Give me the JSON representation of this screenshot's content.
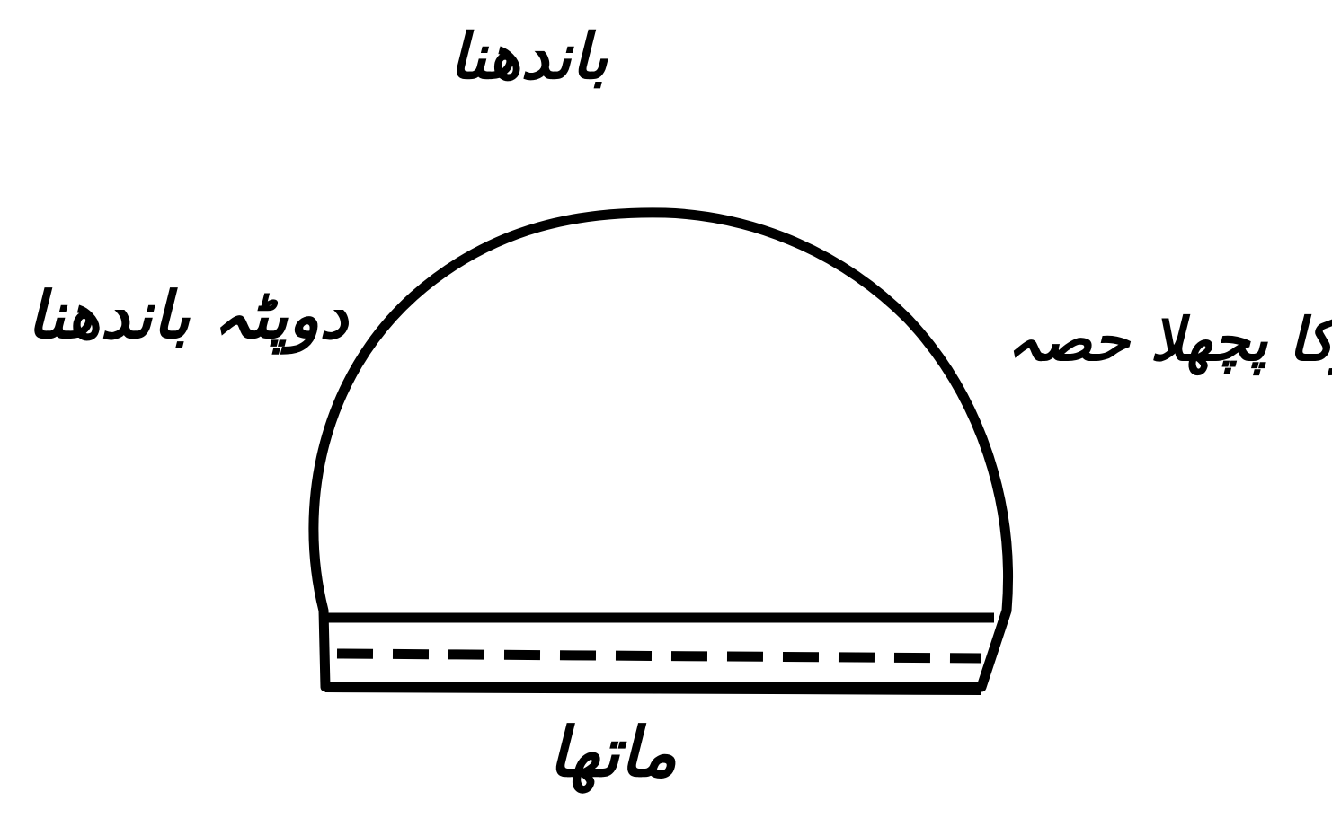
{
  "labels": {
    "top": "باندھنا",
    "left": "دوپٹہ باندھنا",
    "right": "سرکا پچھلا حصہ",
    "bottom": "ماتھا"
  },
  "colors": {
    "ink": "#000000",
    "background": "#ffffff"
  }
}
